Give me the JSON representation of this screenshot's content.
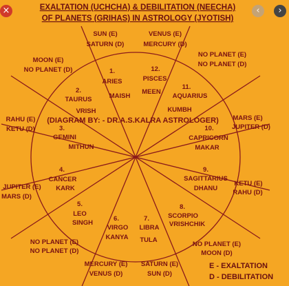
{
  "title": {
    "line1": "EXALTATION (UCHCHA) & DEBILITATION (NEECHA)",
    "line2": "OF PLANETS (GRIHAS) IN ASTROLOGY (JYOTISH)"
  },
  "credit": "(DIAGRAM BY: - DR.A.S.KALRA ASTROLOGER)",
  "signs": [
    {
      "num": "1.",
      "english": "ARIES",
      "sanskrit": "MAISH"
    },
    {
      "num": "2.",
      "english": "TAURUS",
      "sanskrit": "VRISH"
    },
    {
      "num": "3.",
      "english": "GEMINI",
      "sanskrit": "MITHUN"
    },
    {
      "num": "4.",
      "english": "CANCER",
      "sanskrit": "KARK"
    },
    {
      "num": "5.",
      "english": "LEO",
      "sanskrit": "SINGH"
    },
    {
      "num": "6.",
      "english": "VIRGO",
      "sanskrit": "KANYA"
    },
    {
      "num": "7.",
      "english": "LIBRA",
      "sanskrit": "TULA"
    },
    {
      "num": "8.",
      "english": "SCORPIO",
      "sanskrit": "VRISHCHIK"
    },
    {
      "num": "9.",
      "english": "SAGITTARIUS",
      "sanskrit": "DHANU"
    },
    {
      "num": "10.",
      "english": "CAPRICORN",
      "sanskrit": "MAKAR"
    },
    {
      "num": "11.",
      "english": "AQUARIUS",
      "sanskrit": "KUMBH"
    },
    {
      "num": "12.",
      "english": "PISCES",
      "sanskrit": "MEEN"
    }
  ],
  "planets": [
    {
      "sign": "ARIES",
      "exalted": "SUN (E)",
      "debilitated": "SATURN (D)"
    },
    {
      "sign": "TAURUS",
      "exalted": "MOON (E)",
      "debilitated": "NO PLANET (D)"
    },
    {
      "sign": "GEMINI",
      "exalted": "RAHU (E)",
      "debilitated": "KETU (D)"
    },
    {
      "sign": "CANCER",
      "exalted": "JUPITER (E)",
      "debilitated": "MARS (D)"
    },
    {
      "sign": "LEO",
      "exalted": "NO PLANET (E)",
      "debilitated": "NO PLANET (D)"
    },
    {
      "sign": "VIRGO",
      "exalted": "MERCURY (E)",
      "debilitated": "VENUS (D)"
    },
    {
      "sign": "LIBRA",
      "exalted": "SATURN (E)",
      "debilitated": "SUN (D)"
    },
    {
      "sign": "SCORPIO",
      "exalted": "NO PLANET (E)",
      "debilitated": "MOON (D)"
    },
    {
      "sign": "SAGITTARIUS",
      "exalted": "KETU (E)",
      "debilitated": "RAHU (D)"
    },
    {
      "sign": "CAPRICORN",
      "exalted": "MARS (E)",
      "debilitated": "JUPITER (D)"
    },
    {
      "sign": "AQUARIUS",
      "exalted": "NO PLANET (E)",
      "debilitated": "NO PLANET (D)"
    },
    {
      "sign": "PISCES",
      "exalted": "VENUS (E)",
      "debilitated": "MERCURY (D)"
    }
  ],
  "legend": {
    "e": "E - EXALTATION",
    "d": "D - DEBILITATION"
  },
  "colors": {
    "background": "#f5a623",
    "ink": "#7a1212",
    "viewer": "#1f1f1f"
  },
  "controls": {
    "close": "×",
    "prev": "‹",
    "next": "›"
  }
}
